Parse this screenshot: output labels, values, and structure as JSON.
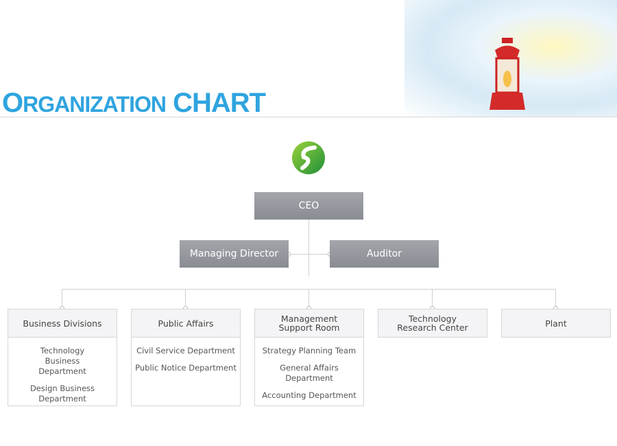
{
  "header": {
    "title_initial": "O",
    "title_rest": "RGANIZATION",
    "title_chart": "CHART"
  },
  "top": {
    "ceo": "CEO",
    "managing_director": "Managing Director",
    "auditor": "Auditor"
  },
  "divisions": [
    {
      "name": "Business Divisions",
      "items": [
        "Technology Business Department",
        "Design Business Department"
      ]
    },
    {
      "name": "Public Affairs",
      "items": [
        "Civil Service Department",
        "Public Notice Department"
      ]
    },
    {
      "name": "Management Support Room",
      "items": [
        "Strategy Planning Team",
        "General Affairs Department",
        "Accounting Department"
      ]
    },
    {
      "name": "Technology Research Center",
      "items": []
    },
    {
      "name": "Plant",
      "items": []
    }
  ],
  "colors": {
    "title": "#2fa4df",
    "box": "#979aa0",
    "logo": "#5cb82e"
  }
}
